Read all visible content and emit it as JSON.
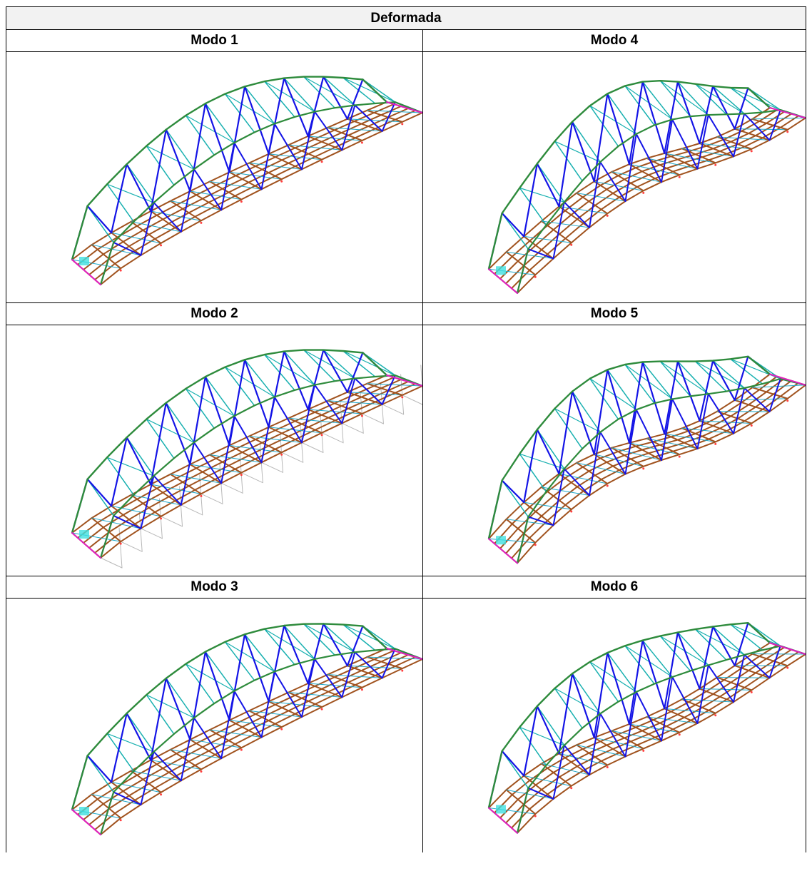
{
  "table": {
    "title": "Deformada",
    "rows": [
      {
        "left": "Modo 1",
        "right": "Modo 4"
      },
      {
        "left": "Modo 2",
        "right": "Modo 5"
      },
      {
        "left": "Modo 3",
        "right": "Modo 6"
      }
    ]
  },
  "figures": [
    {
      "id": "modo-1",
      "shape": "single-arch",
      "amp": 0,
      "phase": 0,
      "ghost": false
    },
    {
      "id": "modo-4",
      "shape": "s-wave",
      "amp": 14,
      "phase": 1.9,
      "ghost": false
    },
    {
      "id": "modo-2",
      "shape": "single-arch",
      "amp": 0,
      "phase": 0,
      "ghost": true
    },
    {
      "id": "modo-5",
      "shape": "s-wave",
      "amp": 16,
      "phase": 2.6,
      "ghost": false
    },
    {
      "id": "modo-3",
      "shape": "single-arch",
      "amp": 0,
      "phase": 0,
      "ghost": false
    },
    {
      "id": "modo-6",
      "shape": "s-wave",
      "amp": 10,
      "phase": 3.4,
      "ghost": false
    }
  ],
  "colors": {
    "chord": "#2e8b3c",
    "diagonal": "#1414e6",
    "brace": "#18b0b0",
    "deck": "#a0521e",
    "deck_cross": "#20a8c8",
    "support": "#e020c0",
    "ghost": "#b8b8b8",
    "node": "#ff4040"
  }
}
